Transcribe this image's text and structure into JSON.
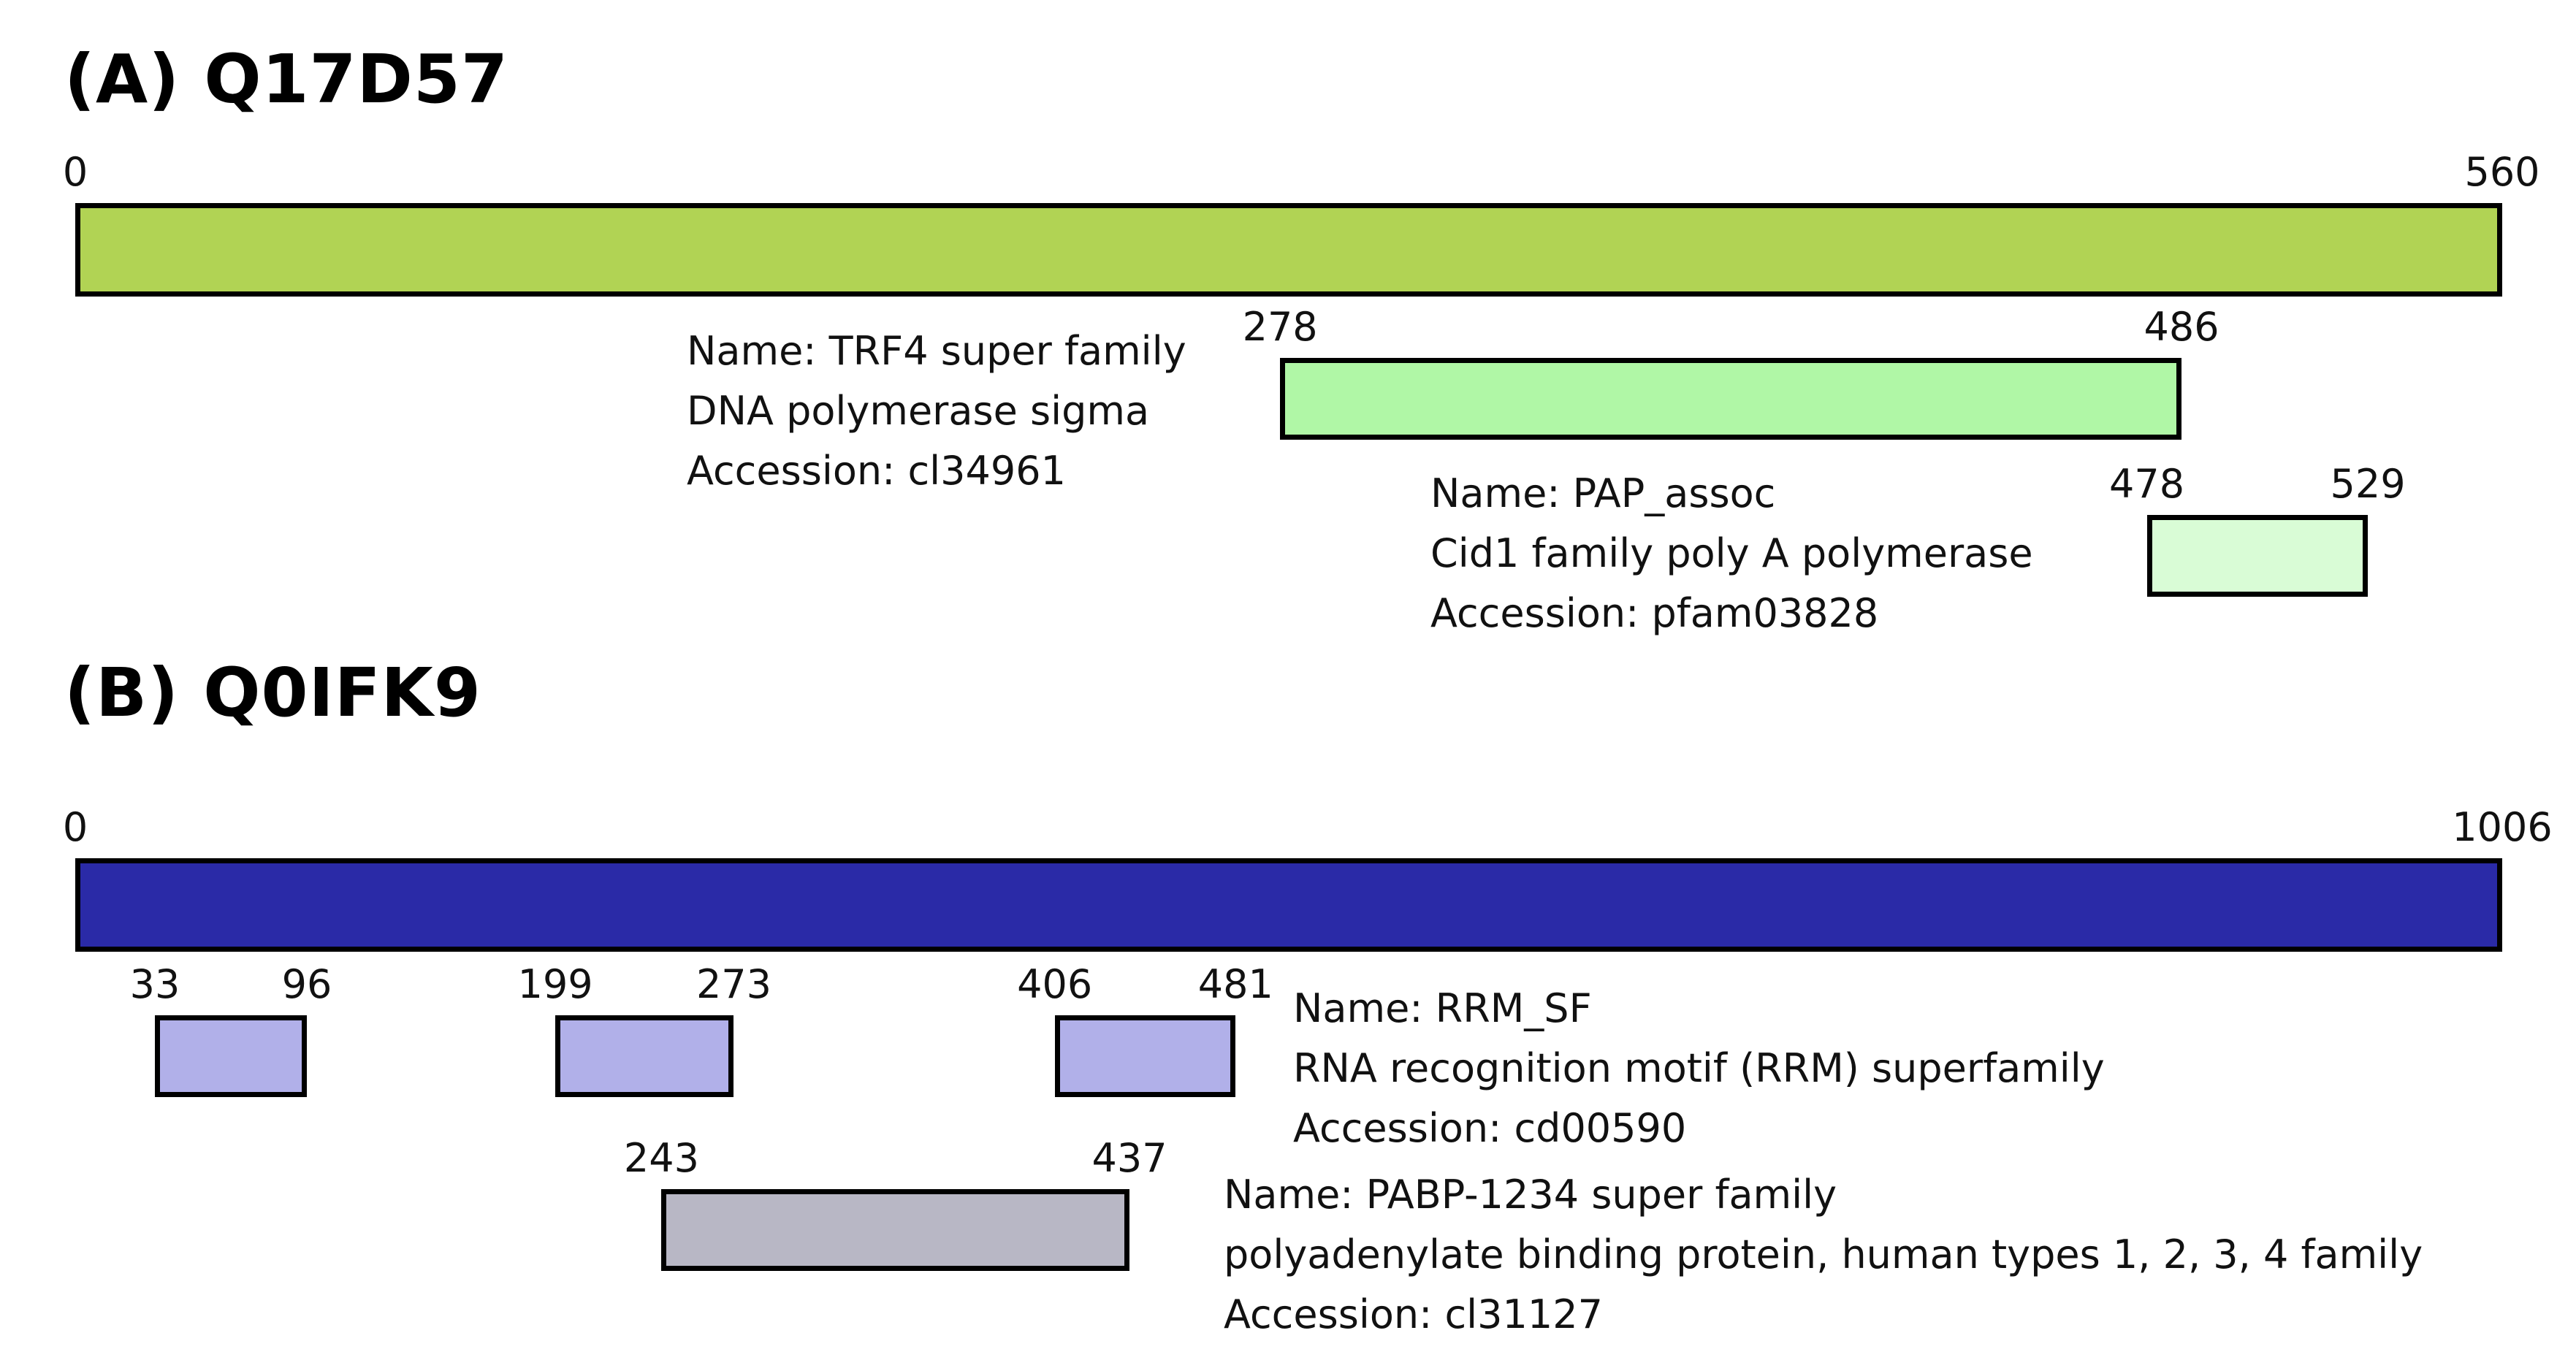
{
  "figure": {
    "panels": [
      {
        "id": "A",
        "title": "(A) Q17D57",
        "length": 560,
        "track": {
          "start_label": "0",
          "end_label": "560",
          "color": "#b1d354"
        },
        "domains": [
          {
            "start": 278,
            "end": 486,
            "row": 0,
            "color": "#b0f7a6"
          },
          {
            "start": 478,
            "end": 529,
            "row": 1,
            "color": "#d9fcd6"
          }
        ],
        "annotations": [
          {
            "lines": [
              "Name: TRF4 super family",
              "DNA polymerase sigma",
              "Accession: cl34961"
            ]
          },
          {
            "lines": [
              "Name: PAP_assoc",
              "Cid1 family poly A polymerase",
              "Accession: pfam03828"
            ]
          }
        ]
      },
      {
        "id": "B",
        "title": "(B) Q0IFK9",
        "length": 1006,
        "track": {
          "start_label": "0",
          "end_label": "1006",
          "color": "#2a2aa7"
        },
        "domains": [
          {
            "start": 33,
            "end": 96,
            "row": 0,
            "color": "#b1b0e9"
          },
          {
            "start": 199,
            "end": 273,
            "row": 0,
            "color": "#b1b0e9"
          },
          {
            "start": 406,
            "end": 481,
            "row": 0,
            "color": "#b1b0e9"
          },
          {
            "start": 243,
            "end": 437,
            "row": 1,
            "color": "#b8b7c5"
          }
        ],
        "annotations": [
          {
            "lines": [
              "Name: RRM_SF",
              "RNA recognition motif (RRM) superfamily",
              "Accession: cd00590"
            ]
          },
          {
            "lines": [
              "Name: PABP-1234 super family",
              "polyadenylate binding protein, human types 1, 2, 3, 4 family",
              "Accession: cl31127"
            ]
          }
        ]
      }
    ],
    "colors": {
      "border": "#000000",
      "text": "#111111",
      "background": "#ffffff"
    }
  }
}
